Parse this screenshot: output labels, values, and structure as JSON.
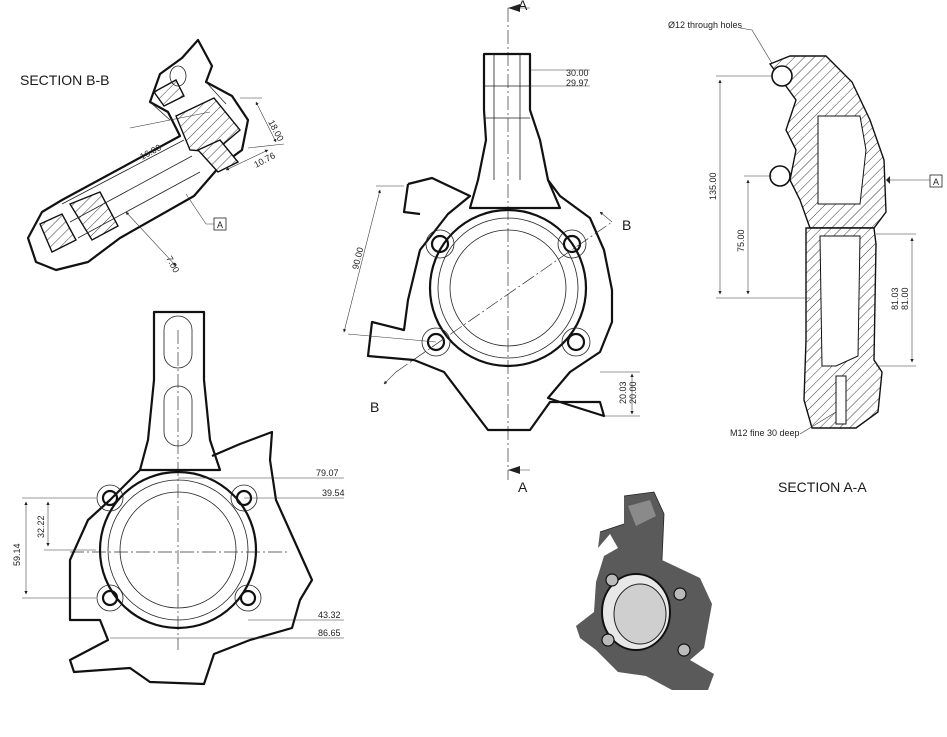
{
  "sections": {
    "bb_label": "SECTION B-B",
    "aa_label": "SECTION A-A",
    "cut_a_top": "A",
    "cut_a_bottom": "A",
    "cut_b_right": "B",
    "cut_b_left": "B"
  },
  "datum": {
    "bb_datum": "A",
    "aa_datum": "A"
  },
  "section_bb_dims": {
    "d1": "18.00",
    "d2": "16.00",
    "d3": "10.76",
    "d4": "7.00"
  },
  "front_view_dims": {
    "bore_top": "30.00",
    "bore_bottom": "29.97",
    "hole_spacing": "90.00",
    "lower_top": "20.03",
    "lower_bottom": "20.00"
  },
  "section_aa_dims": {
    "hole_note": "Ø12 through holes",
    "height_total": "135.00",
    "height_mid": "75.00",
    "bore_top": "81.03",
    "bore_bottom": "81.00",
    "thread_note": "M12 fine 30 deep"
  },
  "bottom_view_dims": {
    "d79": "79.07",
    "d39": "39.54",
    "d43": "43.32",
    "d86": "86.65",
    "d59": "59.14",
    "d32": "32.22"
  }
}
